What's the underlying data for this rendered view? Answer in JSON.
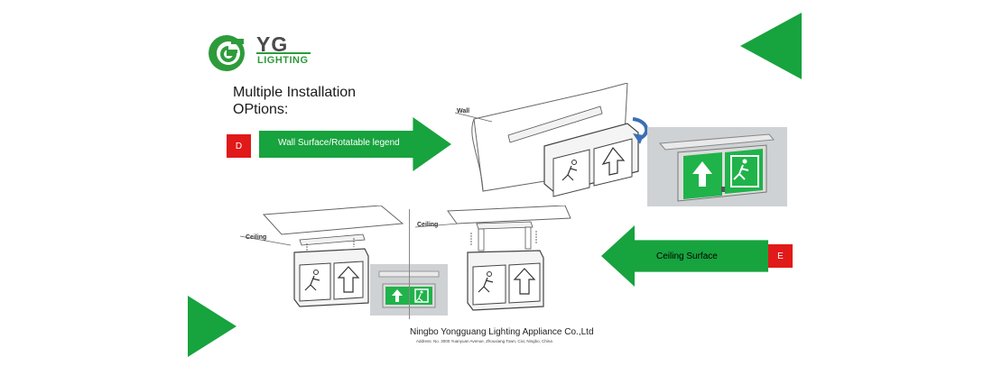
{
  "logo": {
    "brand": "YG",
    "sub": "LIGHTING",
    "green": "#2e9b3a",
    "icon": "yg-logo-icon"
  },
  "title": {
    "line1": "Multiple Installation",
    "line2": "OPtions:"
  },
  "option_d": {
    "badge": "D",
    "label": "Wall Surface/Rotatable  legend"
  },
  "option_e": {
    "badge": "E",
    "label": "Ceiling  Surface"
  },
  "drawing_labels": {
    "wall": "Wall",
    "ceiling_left": "Ceiling",
    "ceiling_right": "Ceiling"
  },
  "footer": {
    "company": "Ningbo Yongguang Lighting Appliance Co.,Ltd",
    "address": "Address: No. 3000 Yuanyuan Avenue, Zhouxiang Town, Cixi, Ningbo, China"
  },
  "colors": {
    "accent_green": "#17a33e",
    "badge_red": "#e11919",
    "sign_green": "#1fb34a",
    "rotate_arrow_blue": "#3b6fb6"
  }
}
